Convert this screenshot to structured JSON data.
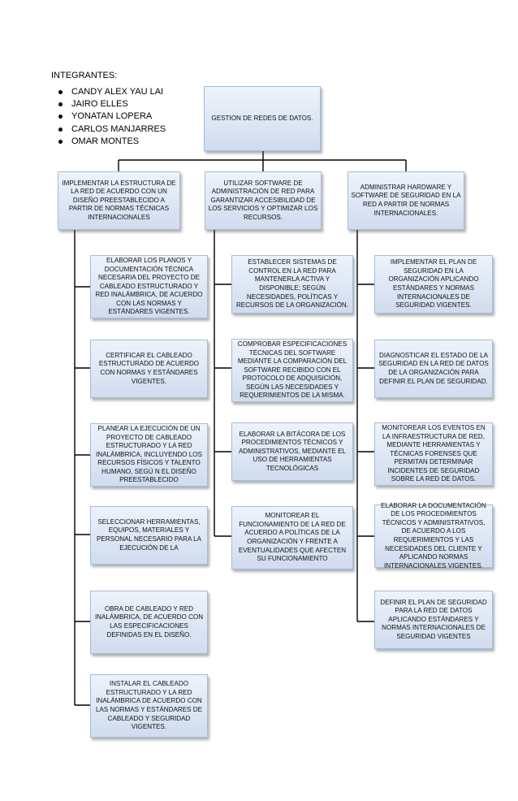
{
  "members": {
    "title": "INTEGRANTES:",
    "names": [
      "CANDY ALEX YAU LAI",
      "JAIRO ELLES",
      "YONATAN LOPERA",
      "CARLOS MANJARRES",
      "OMAR MONTES"
    ]
  },
  "root": "GESTION DE REDES DE DATOS.",
  "branches": [
    {
      "title": "IMPLEMENTAR LA ESTRUCTURA DE LA RED DE ACUERDO CON UN DISEÑO PREESTABLECIDO A PARTIR DE NORMAS TÉCNICAS INTERNACIONALES",
      "tasks": [
        "ELABORAR LOS PLANOS Y DOCUMENTACIÓN TÉCNICA NECESARIA DEL PROYECTO DE CABLEADO ESTRUCTURADO Y RED INALÁMBRICA, DE ACUERDO CON LAS NORMAS Y ESTÁNDARES VIGENTES.",
        "CERTIFICAR EL CABLEADO ESTRUCTURADO DE ACUERDO CON NORMAS Y ESTÁNDARES VIGENTES.",
        "PLANEAR LA EJECUCIÓN DE UN PROYECTO DE CABLEADO ESTRUCTURADO Y LA RED INALÁMBRICA, INCLUYENDO LOS RECURSOS FÍSICOS Y TALENTO HUMANO, SEGÚ N EL DISEÑO PREESTABLECIDO",
        "SELECCIONAR HERRAMIENTAS, EQUIPOS, MATERIALES Y PERSONAL NECESARIO PARA LA EJECUCIÓN DE LA",
        "OBRA DE CABLEADO Y RED INALÁMBRICA, DE ACUERDO CON LAS ESPECIFICACIONES DEFINIDAS EN EL DISEÑO.",
        "INSTALAR EL CABLEADO ESTRUCTURADO Y LA RED INALÁMBRICA DE ACUERDO CON LAS NORMAS Y ESTÁNDARES DE CABLEADO Y SEGURIDAD VIGENTES."
      ]
    },
    {
      "title": "UTILIZAR SOFTWARE DE ADMINISTRACIÓN DE RED PARA GARANTIZAR ACCESIBILIDAD DE LOS SERVICIOS Y OPTIMIZAR LOS RECURSOS.",
      "tasks": [
        "ESTABLECER SISTEMAS DE CONTROL EN LA RED PARA MANTENERLA ACTIVA Y DISPONIBLE; SEGÚN NECESIDADES, POLÍTICAS Y RECURSOS DE LA ORGANIZACIÓN.",
        "COMPROBAR ESPECIFICACIONES TÉCNICAS DEL SOFTWARE MEDIANTE LA COMPARACIÓN DEL SOFTWARE RECIBIDO CON EL PROTOCOLO DE ADQUISICIÓN, SEGÚN LAS NECESIDADES Y REQUERIMIENTOS DE LA MISMA.",
        "ELABORAR LA BITÁCORA DE LOS PROCEDIMIENTOS TÉCNICOS Y ADMINISTRATIVOS, MEDIANTE EL USO DE HERRAMIENTAS TECNOLÓGICAS",
        "MONITOREAR EL FUNCIONAMIENTO DE LA RED DE ACUERDO A POLÍTICAS DE LA ORGANIZACIÓN Y FRENTE A EVENTUALIDADES QUE AFECTEN SU FUNCIONAMIENTO"
      ]
    },
    {
      "title": "ADMINISTRAR HARDWARE Y SOFTWARE DE SEGURIDAD EN LA RED A PARTIR DE NORMAS INTERNACIONALES.",
      "tasks": [
        "IMPLEMENTAR EL PLAN DE SEGURIDAD EN LA ORGANIZACIÓN APLICANDO ESTÁNDARES Y NORMAS INTERNACIONALES DE SEGURIDAD VIGENTES.",
        "DIAGNOSTICAR EL ESTADO DE LA SEGURIDAD EN LA RED DE DATOS DE LA ORGANIZACIÓN PARA DEFINIR EL PLAN DE SEGURIDAD.",
        "MONITOREAR LOS EVENTOS EN LA INFRAESTRUCTURA DE RED, MEDIANTE HERRAMIENTAS Y TÉCNICAS FORENSES QUE PERMITAN DETERMINAR INCIDENTES DE SEGURIDAD SOBRE LA RED DE DATOS.",
        "ELABORAR LA DOCUMENTACIÓN DE LOS PROCEDIMIENTOS TÉCNICOS Y ADMINISTRATIVOS, DE ACUERDO A LOS REQUERIMIENTOS Y LAS NECESIDADES DEL CLIENTE Y APLICANDO NORMAS INTERNACIONALES VIGENTES.",
        "DEFINIR EL PLAN DE SEGURIDAD PARA LA RED DE DATOS APLICANDO ESTÁNDARES Y NORMAS INTERNACIONALES DE SEGURIDAD VIGENTES"
      ]
    }
  ]
}
